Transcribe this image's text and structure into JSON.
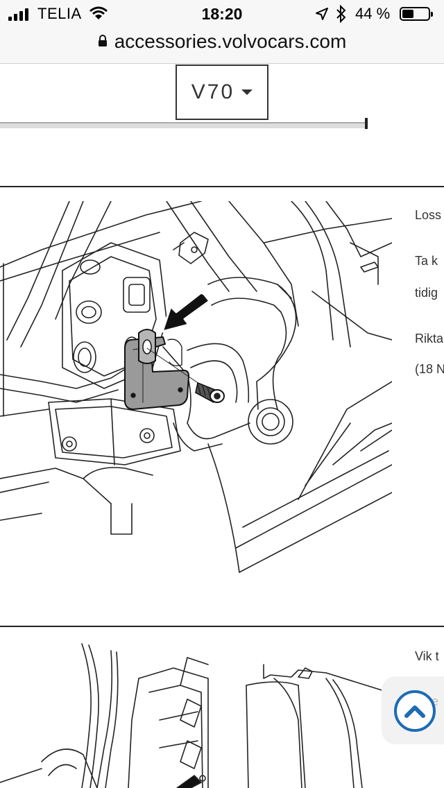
{
  "status_bar": {
    "carrier": "TELIA",
    "time": "18:20",
    "battery_percent": "44 %",
    "battery_level": 0.44
  },
  "browser": {
    "url": "accessories.volvocars.com"
  },
  "model_selector": {
    "selected": "V70"
  },
  "steps": [
    {
      "lines": [
        "Loss"
      ]
    },
    {
      "lines": [
        "Ta k",
        "tidig"
      ]
    },
    {
      "lines": [
        "Rikta",
        "(18 N"
      ]
    },
    {
      "lines": [
        "Vik t"
      ]
    }
  ],
  "scroll_top_button": {
    "peek_text": "Ta e"
  },
  "colors": {
    "accent": "#1c6bb5",
    "divider": "#222222",
    "bracket": "#9a9a9a"
  },
  "icons": [
    "signal-icon",
    "wifi-icon",
    "location-icon",
    "bluetooth-icon",
    "battery-icon",
    "lock-icon",
    "caret-down-icon",
    "chevron-up-icon",
    "arrow-icon"
  ]
}
